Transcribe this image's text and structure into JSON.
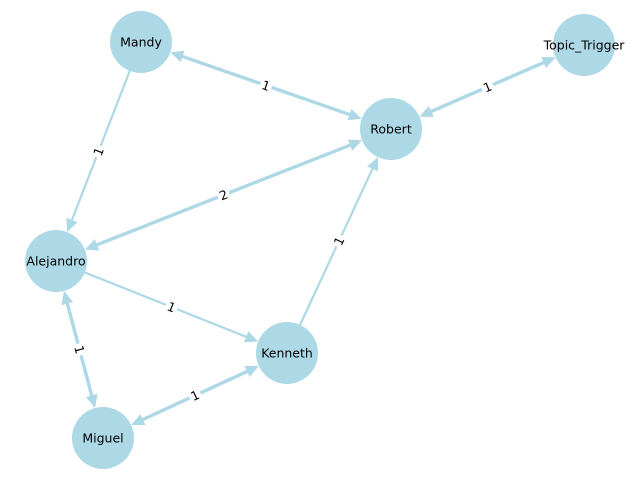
{
  "colors": {
    "node_fill": "#add8e6",
    "edge_stroke": "#add8e6",
    "background": "#ffffff",
    "label_text": "#000000"
  },
  "nodes": [
    {
      "id": "mandy",
      "label": "Mandy"
    },
    {
      "id": "robert",
      "label": "Robert"
    },
    {
      "id": "topic_trigger",
      "label": "Topic_Trigger"
    },
    {
      "id": "alejandro",
      "label": "Alejandro"
    },
    {
      "id": "kenneth",
      "label": "Kenneth"
    },
    {
      "id": "miguel",
      "label": "Miguel"
    }
  ],
  "edges": [
    {
      "from": "mandy",
      "to": "robert",
      "label": "1",
      "bidirectional": true
    },
    {
      "from": "robert",
      "to": "topic_trigger",
      "label": "1",
      "bidirectional": true
    },
    {
      "from": "mandy",
      "to": "alejandro",
      "label": "1",
      "bidirectional": false
    },
    {
      "from": "alejandro",
      "to": "robert",
      "label": "2",
      "bidirectional": true
    },
    {
      "from": "kenneth",
      "to": "robert",
      "label": "1",
      "bidirectional": false
    },
    {
      "from": "alejandro",
      "to": "kenneth",
      "label": "1",
      "bidirectional": false
    },
    {
      "from": "alejandro",
      "to": "miguel",
      "label": "1",
      "bidirectional": true
    },
    {
      "from": "miguel",
      "to": "kenneth",
      "label": "1",
      "bidirectional": true
    }
  ]
}
